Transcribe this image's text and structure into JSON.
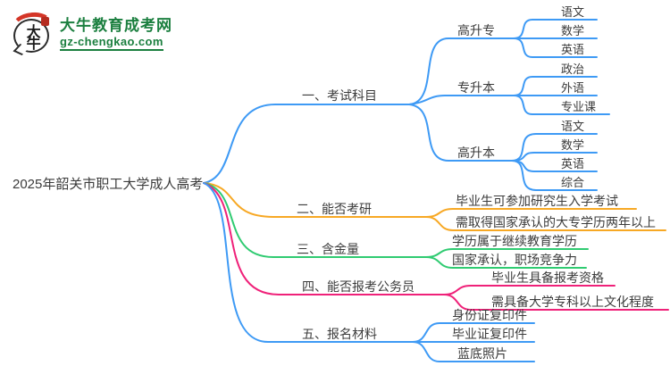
{
  "logo": {
    "bubble_text": "大牛",
    "site_name": "大牛教育成考网",
    "site_url": "gz-chengkao.com"
  },
  "root_label": "2025年韶关市职工大学成人高考",
  "colors": {
    "blue": "#3E9AF5",
    "orange": "#F7A824",
    "green": "#2FCB71",
    "pink": "#EF2179",
    "text": "#3B3B3B",
    "logo_green": "#1B7F3F",
    "logo_red": "#D43527"
  },
  "branches": [
    {
      "label": "一、考试科目",
      "color": "#3E9AF5",
      "children": [
        {
          "label": "高升专",
          "children": [
            {
              "label": "语文"
            },
            {
              "label": "数学"
            },
            {
              "label": "英语"
            }
          ]
        },
        {
          "label": "专升本",
          "children": [
            {
              "label": "政治"
            },
            {
              "label": "外语"
            },
            {
              "label": "专业课"
            }
          ]
        },
        {
          "label": "高升本",
          "children": [
            {
              "label": "语文"
            },
            {
              "label": "数学"
            },
            {
              "label": "英语"
            },
            {
              "label": "综合"
            }
          ]
        }
      ]
    },
    {
      "label": "二、能否考研",
      "color": "#F7A824",
      "children": [
        {
          "label": "毕业生可参加研究生入学考试"
        },
        {
          "label": "需取得国家承认的大专学历两年以上"
        }
      ]
    },
    {
      "label": "三、含金量",
      "color": "#2FCB71",
      "children": [
        {
          "label": "学历属于继续教育学历"
        },
        {
          "label": "国家承认，职场竞争力"
        }
      ]
    },
    {
      "label": "四、能否报考公务员",
      "color": "#EF2179",
      "children": [
        {
          "label": "毕业生具备报考资格"
        },
        {
          "label": "需具备大学专科以上文化程度"
        }
      ]
    },
    {
      "label": "五、报名材料",
      "color": "#3E9AF5",
      "children": [
        {
          "label": "身份证复印件"
        },
        {
          "label": "毕业证复印件"
        },
        {
          "label": "蓝底照片"
        }
      ]
    }
  ]
}
